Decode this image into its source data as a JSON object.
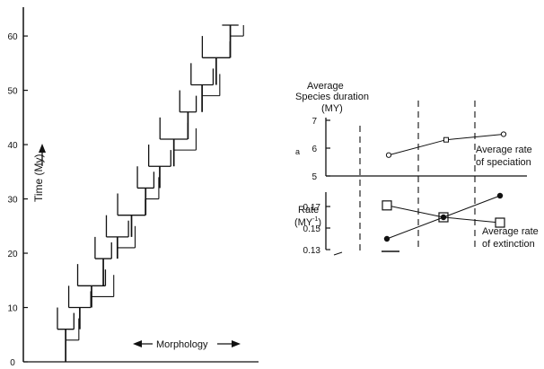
{
  "chart_data": [
    {
      "type": "line",
      "title": "",
      "xlabel": "Morphology",
      "ylabel": "Time (My)",
      "ylim": [
        0,
        62
      ],
      "yticks": [
        0,
        10,
        20,
        30,
        40,
        50,
        60
      ],
      "x_scale": "relative morphology (unlabeled)",
      "description_of_marks": "branching phylogenetic tree; each step is a lineage segment in time",
      "lineages": [
        {
          "t_start": 0,
          "t_end": 6,
          "m": 0.18
        },
        {
          "t_start": 6,
          "t_end": 10,
          "m": 0.24
        },
        {
          "t_start": 10,
          "t_end": 14,
          "m": 0.29
        },
        {
          "t_start": 14,
          "t_end": 19,
          "m": 0.34
        },
        {
          "t_start": 19,
          "t_end": 23,
          "m": 0.4
        },
        {
          "t_start": 23,
          "t_end": 27,
          "m": 0.46
        },
        {
          "t_start": 27,
          "t_end": 32,
          "m": 0.52
        },
        {
          "t_start": 32,
          "t_end": 36,
          "m": 0.58
        },
        {
          "t_start": 36,
          "t_end": 41,
          "m": 0.64
        },
        {
          "t_start": 41,
          "t_end": 46,
          "m": 0.7
        },
        {
          "t_start": 46,
          "t_end": 51,
          "m": 0.76
        },
        {
          "t_start": 51,
          "t_end": 56,
          "m": 0.82
        },
        {
          "t_start": 56,
          "t_end": 62,
          "m": 0.88
        }
      ],
      "morphology_arrow_label": "Morphology"
    },
    {
      "type": "line",
      "title": "Average Species duration (MY)",
      "ylabel": "",
      "ylim": [
        5,
        7
      ],
      "yticks": [
        5,
        6,
        7
      ],
      "series": [
        {
          "name": "Average rate of speciation",
          "x": [
            1,
            2,
            3
          ],
          "values": [
            5.75,
            6.3,
            6.5
          ]
        }
      ]
    },
    {
      "type": "line",
      "title": "",
      "ylabel": "Rate (MY-1)",
      "ylim": [
        0.13,
        0.18
      ],
      "yticks": [
        0.13,
        0.15,
        0.17
      ],
      "series": [
        {
          "name": "",
          "x": [
            0,
            1,
            2
          ],
          "values": [
            0.14,
            0.16,
            0.18
          ]
        },
        {
          "name": "Average rate of extinction",
          "x": [
            0,
            1,
            2
          ],
          "values": [
            0.171,
            0.16,
            0.155
          ]
        }
      ]
    }
  ],
  "labels": {
    "y_axis_title": "Time (My)",
    "morphology": "Morphology",
    "avg_species_line1": "Average",
    "avg_species_line2": "Species duration",
    "avg_species_line3": "(MY)",
    "rate_line1": "Rate",
    "rate_line2": "(MY",
    "rate_sup": "-1",
    "rate_close": ")",
    "spec_line1": "Average rate",
    "spec_line2": "of speciation",
    "ext_line1": "Average rate",
    "ext_line2": "of extinction",
    "top_left_tick": "a"
  }
}
